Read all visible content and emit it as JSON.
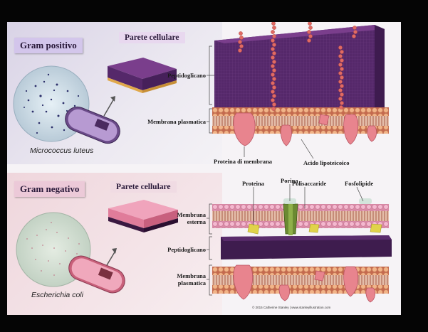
{
  "gram_positive": {
    "title": "Gram positivo",
    "wall_tag": "Parete cellulare",
    "organism": "Micrococcus luteus",
    "labels": {
      "peptidoglycan": "Peptidoglicano",
      "plasma_membrane": "Membrana plasmatica",
      "membrane_protein": "Proteina di membrana",
      "lipoteichoic_acid": "Acido lipoteicoico"
    }
  },
  "gram_negative": {
    "title": "Gram negativo",
    "wall_tag": "Parete cellulare",
    "organism": "Escherichia coli",
    "labels": {
      "protein": "Proteina",
      "porin": "Porina",
      "polysaccharide": "Polisaccaride",
      "phospholipid": "Fosfolipide",
      "outer_membrane_line1": "Membrana",
      "outer_membrane_line2": "esterna",
      "peptidoglycan": "Peptidoglicano",
      "plasma_membrane_line1": "Membrana",
      "plasma_membrane_line2": "plasmatica"
    }
  },
  "credit": "© 2015 Catherine Stanley | www.stanleyillustration.com",
  "colors": {
    "background": "#050505",
    "panel": "#f6f3f6",
    "peptidoglycan": "#55286a",
    "peptidoglycan_top": "#7a3e8c",
    "lipid_head": "#f2b488",
    "lipid_tail": "#a85a46",
    "protein": "#e8848e",
    "chain_bead": "#e06a63",
    "porin": "#6b8a32",
    "small_protein": "#e0d34a"
  }
}
